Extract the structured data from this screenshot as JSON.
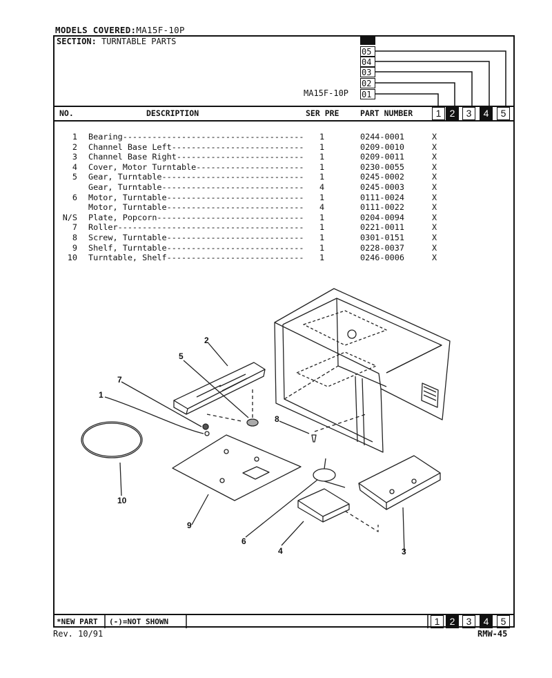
{
  "header": {
    "models_label": "MODELS COVERED:",
    "models_value": "MA15F-10P",
    "section_label": "SECTION:",
    "section_value": "TURNTABLE PARTS",
    "model_name": "MA15F-10P",
    "serial_codes": [
      "05",
      "04",
      "03",
      "02",
      "01"
    ]
  },
  "columns": {
    "no": "NO.",
    "description": "DESCRIPTION",
    "ser_pre": "SER PRE",
    "part_number": "PART NUMBER",
    "digits": [
      "1",
      "2",
      "3",
      "4",
      "5"
    ]
  },
  "parts": [
    {
      "no": "1",
      "desc": "Bearing-------------------------------------",
      "pre": "1",
      "part": "0244-0001",
      "x": "X"
    },
    {
      "no": "2",
      "desc": "Channel Base Left---------------------------",
      "pre": "1",
      "part": "0209-0010",
      "x": "X"
    },
    {
      "no": "3",
      "desc": "Channel Base Right--------------------------",
      "pre": "1",
      "part": "0209-0011",
      "x": "X"
    },
    {
      "no": "4",
      "desc": "Cover, Motor Turntable----------------------",
      "pre": "1",
      "part": "0230-0055",
      "x": "X"
    },
    {
      "no": "5",
      "desc": "Gear, Turntable-----------------------------",
      "pre": "1",
      "part": "0245-0002",
      "x": "X"
    },
    {
      "no": "",
      "desc": "Gear, Turntable-----------------------------",
      "pre": "4",
      "part": "0245-0003",
      "x": "X"
    },
    {
      "no": "6",
      "desc": "Motor, Turntable----------------------------",
      "pre": "1",
      "part": "0111-0024",
      "x": "X"
    },
    {
      "no": "",
      "desc": "Motor, Turntable----------------------------",
      "pre": "4",
      "part": "0111-0022",
      "x": "X"
    },
    {
      "no": "N/S",
      "desc": "Plate, Popcorn------------------------------",
      "pre": "1",
      "part": "0204-0094",
      "x": "X"
    },
    {
      "no": "7",
      "desc": "Roller--------------------------------------",
      "pre": "1",
      "part": "0221-0011",
      "x": "X"
    },
    {
      "no": "8",
      "desc": "Screw, Turntable----------------------------",
      "pre": "1",
      "part": "0301-0151",
      "x": "X"
    },
    {
      "no": "9",
      "desc": "Shelf, Turntable----------------------------",
      "pre": "1",
      "part": "0228-0037",
      "x": "X"
    },
    {
      "no": "10",
      "desc": "Turntable, Shelf----------------------------",
      "pre": "1",
      "part": "0246-0006",
      "x": "X"
    }
  ],
  "callouts": [
    "1",
    "2",
    "3",
    "4",
    "5",
    "6",
    "7",
    "8",
    "9",
    "10"
  ],
  "footer": {
    "new_part": "*NEW PART",
    "not_shown": "(-)=NOT SHOWN",
    "digits": [
      "1",
      "2",
      "3",
      "4",
      "5"
    ],
    "revision": "Rev. 10/91",
    "doc_id": "RMW-45"
  }
}
